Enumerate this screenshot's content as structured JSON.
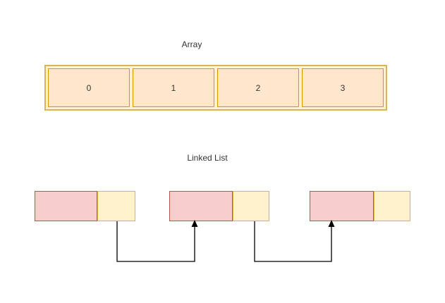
{
  "colors": {
    "background": "#ffffff",
    "text": "#333333",
    "arrow": "#000000",
    "array_container_fill": "#fff2cc",
    "array_container_border": "#d6b656",
    "array_cell_fill": "#ffe6cc",
    "array_cell_border": "#d79b00",
    "node_data_fill": "#f8cecc",
    "node_data_border": "#b85450",
    "node_pointer_fill": "#fff2cc",
    "node_pointer_border": "#d6b656"
  },
  "array_section": {
    "label": "Array",
    "cells": [
      "0",
      "1",
      "2",
      "3"
    ]
  },
  "linked_list_section": {
    "label": "Linked List",
    "node_count": 3
  }
}
